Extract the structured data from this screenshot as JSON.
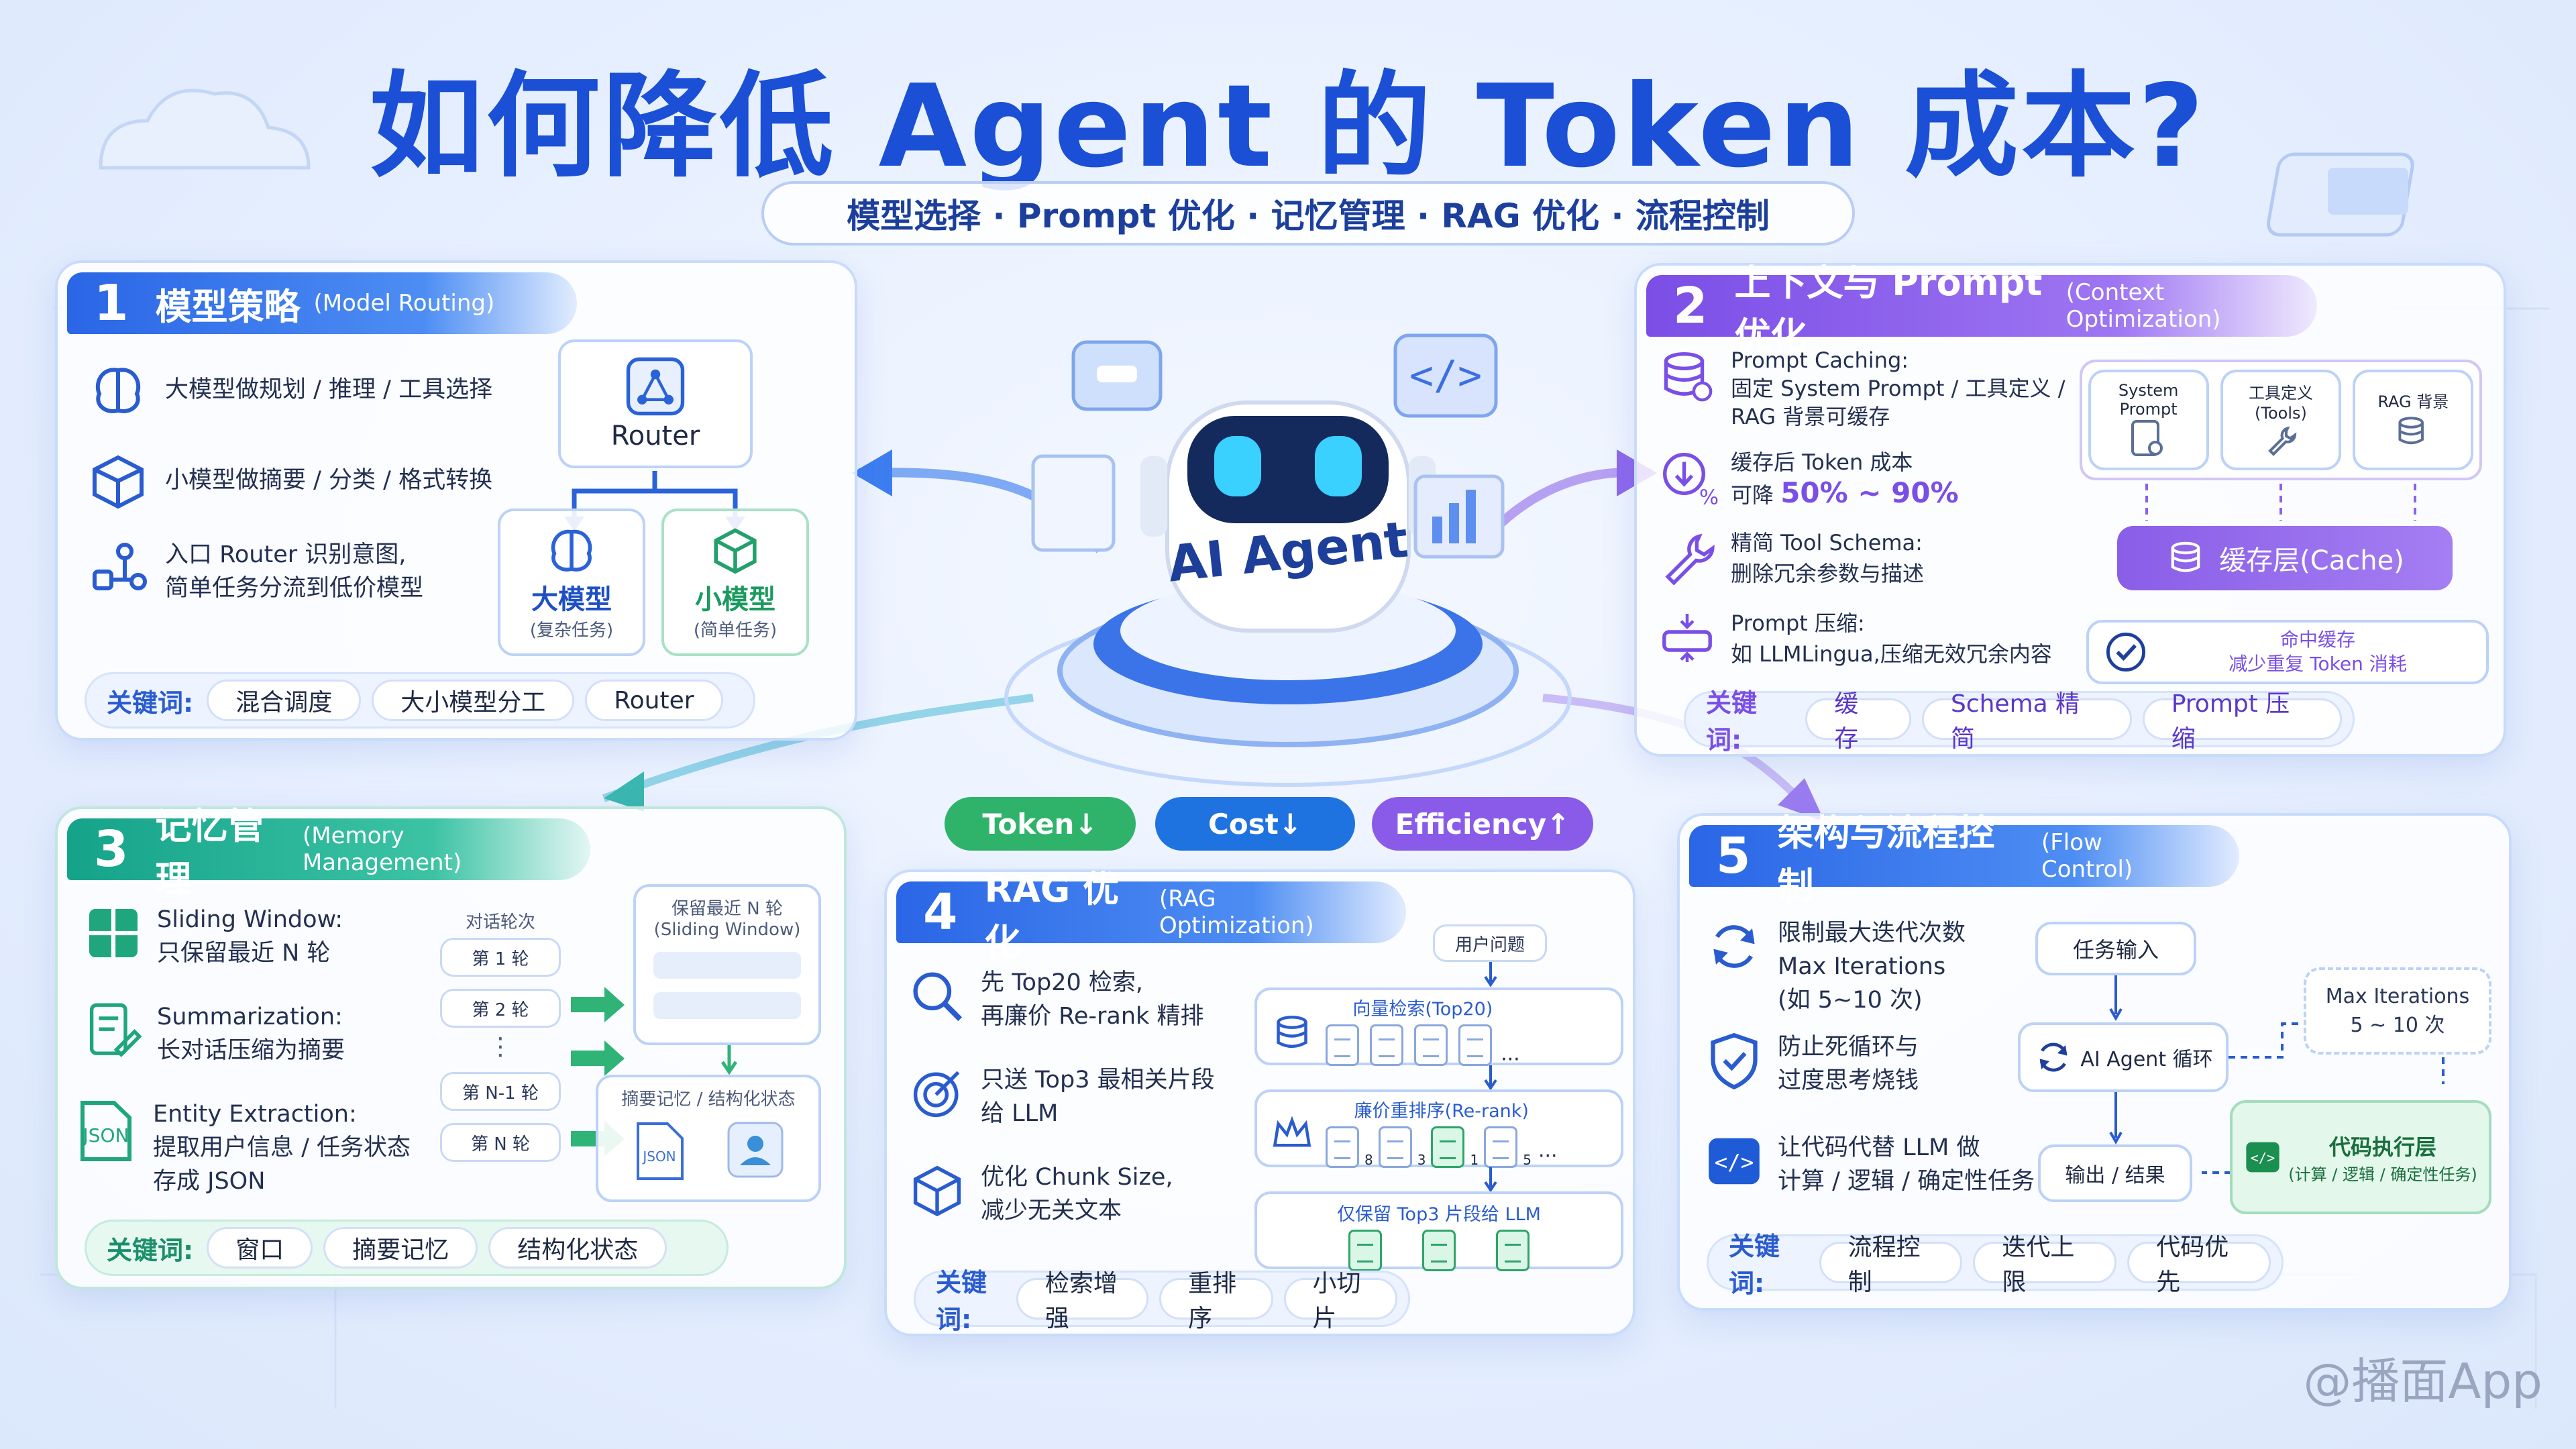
{
  "title": "如何降低 Agent 的 Token 成本?",
  "subtitle": "模型选择 · Prompt 优化 · 记忆管理 · RAG 优化 · 流程控制",
  "watermark": "@播面App",
  "center": {
    "robot_label": "AI Agent",
    "badges": [
      {
        "label": "Token↓",
        "color": "#2fb36a"
      },
      {
        "label": "Cost↓",
        "color": "#1f73e0"
      },
      {
        "label": "Efficiency↑",
        "color": "#8a5be8"
      }
    ]
  },
  "panel1": {
    "num": "1",
    "title": "模型策略",
    "subtitle": "(Model Routing)",
    "items": [
      {
        "icon": "brain-icon",
        "text": "大模型做规划 / 推理 / 工具选择"
      },
      {
        "icon": "cube-icon",
        "text": "小模型做摘要 / 分类 / 格式转换"
      },
      {
        "icon": "router-flow-icon",
        "text1": "入口 Router 识别意图,",
        "text2": "简单任务分流到低价模型"
      }
    ],
    "router": "Router",
    "big_model": "大模型",
    "big_model_sub": "(复杂任务)",
    "small_model": "小模型",
    "small_model_sub": "(简单任务)",
    "kw_label": "关键词:",
    "keywords": [
      "混合调度",
      "大小模型分工",
      "Router"
    ]
  },
  "panel2": {
    "num": "2",
    "title": "上下文与 Prompt 优化",
    "subtitle": "(Context Optimization)",
    "item1_title": "Prompt Caching:",
    "item1_l1": "固定 System Prompt / 工具定义 /",
    "item1_l2": "RAG 背景可缓存",
    "item2_l1": "缓存后 Token 成本",
    "item2_prefix": "可降",
    "item2_value": "50% ~ 90%",
    "item3_l1": "精简 Tool Schema:",
    "item3_l2": "删除冗余参数与描述",
    "item4_l1": "Prompt 压缩:",
    "item4_l2": "如 LLMLingua,压缩无效冗余内容",
    "src1": "System Prompt",
    "src2_l1": "工具定义",
    "src2_l2": "(Tools)",
    "src3": "RAG 背景",
    "cache": "缓存层(Cache)",
    "hit_l1": "命中缓存",
    "hit_l2": "减少重复 Token 消耗",
    "kw_label": "关键词:",
    "keywords": [
      "缓存",
      "Schema 精简",
      "Prompt 压缩"
    ]
  },
  "panel3": {
    "num": "3",
    "title": "记忆管理",
    "subtitle": "(Memory Management)",
    "item1_l1": "Sliding Window:",
    "item1_l2": "只保留最近 N 轮",
    "item2_l1": "Summarization:",
    "item2_l2": "长对话压缩为摘要",
    "item3_l1": "Entity Extraction:",
    "item3_l2": "提取用户信息 / 任务状态",
    "item3_l3": "存成 JSON",
    "rounds_label": "对话轮次",
    "rounds": [
      "第 1 轮",
      "第 2 轮",
      "⋮",
      "第 N-1 轮",
      "第 N 轮"
    ],
    "window_l1": "保留最近 N 轮",
    "window_l2": "(Sliding Window)",
    "memory_label": "摘要记忆 / 结构化状态",
    "json_label": "JSON",
    "kw_label": "关键词:",
    "keywords": [
      "窗口",
      "摘要记忆",
      "结构化状态"
    ]
  },
  "panel4": {
    "num": "4",
    "title": "RAG 优化",
    "subtitle": "(RAG Optimization)",
    "item1_l1": "先 Top20 检索,",
    "item1_l2": "再廉价 Re-rank 精排",
    "item2_l1": "只送 Top3 最相关片段",
    "item2_l2": "给 LLM",
    "item3_l1": "优化 Chunk Size,",
    "item3_l2": "减少无关文本",
    "query": "用户问题",
    "vector": "向量检索(Top20)",
    "rerank": "廉价重排序(Re-rank)",
    "top3": "仅保留 Top3 片段给 LLM",
    "ellipsis": "···",
    "ranks": [
      "8",
      "3",
      "1",
      "5"
    ],
    "kw_label": "关键词:",
    "keywords": [
      "检索增强",
      "重排序",
      "小切片"
    ]
  },
  "panel5": {
    "num": "5",
    "title": "架构与流程控制",
    "subtitle": "(Flow Control)",
    "item1_l1": "限制最大迭代次数",
    "item1_l2": "Max Iterations",
    "item1_l3": "(如 5~10 次)",
    "item2_l1": "防止死循环与",
    "item2_l2": "过度思考烧钱",
    "item3_l1": "让代码代替 LLM 做",
    "item3_l2": "计算 / 逻辑 / 确定性任务",
    "task_input": "任务输入",
    "agent_loop": "AI Agent 循环",
    "output": "输出 / 结果",
    "max_iter_l1": "Max Iterations",
    "max_iter_l2": "5 ~ 10 次",
    "code_l1": "代码执行层",
    "code_l2": "(计算 / 逻辑 / 确定性任务)",
    "kw_label": "关键词:",
    "keywords": [
      "流程控制",
      "迭代上限",
      "代码优先"
    ]
  }
}
